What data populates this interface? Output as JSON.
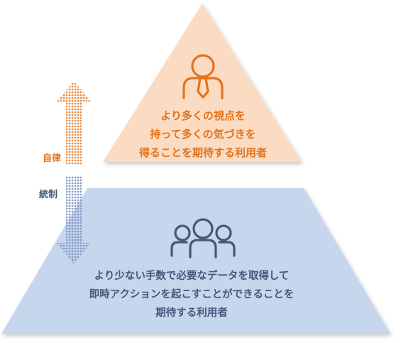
{
  "top_group": {
    "icon": "person-tie-icon",
    "color": "#e2721c",
    "fill": "#fbdcc3",
    "lines": [
      "より多くの視点を",
      "持って多くの気づきを",
      "得ることを期待する利用者"
    ]
  },
  "bottom_group": {
    "icon": "people-group-icon",
    "color": "#44587a",
    "fill": "#c6d6ed",
    "lines": [
      "より少ない手数で必要なデータを取得して",
      "即時アクションを起こすことができることを",
      "期待する利用者"
    ]
  },
  "arrows": {
    "up_label": "自律",
    "up_color": "#e2721c",
    "down_label": "統制",
    "down_color": "#6d86b5"
  }
}
